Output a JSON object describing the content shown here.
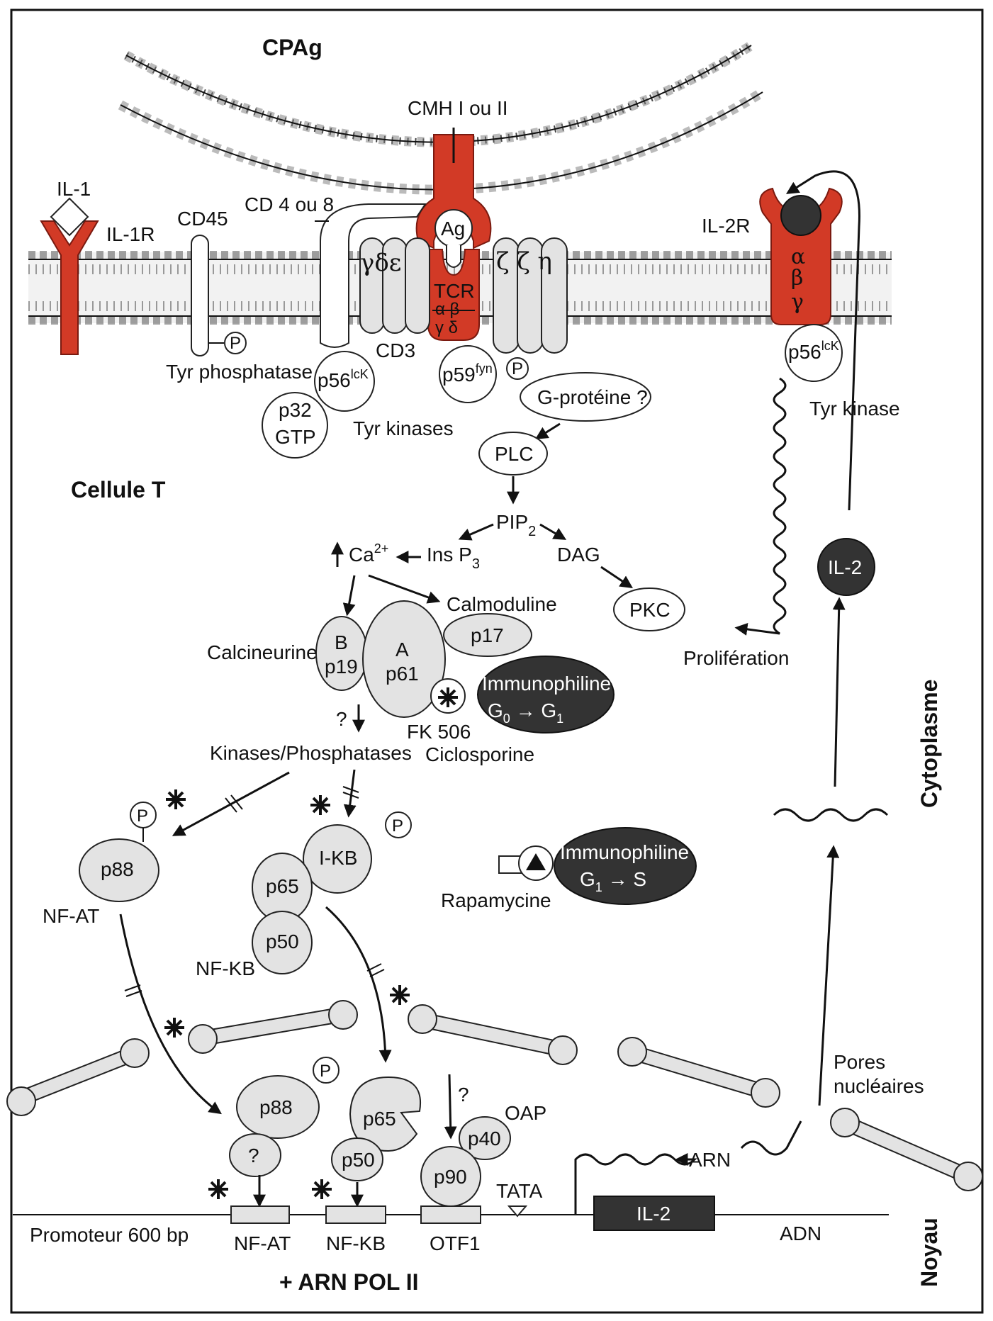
{
  "cell": {
    "apc_label": "CPAg",
    "cell_label": "Cellule T",
    "cytoplasm_label": "Cytoplasme",
    "nucleus_label": "Noyau"
  },
  "membrane": {
    "mhc_label": "CMH I ou II",
    "antigen": "Ag",
    "tcr": "TCR",
    "tcr_chains_top": "α β",
    "tcr_chains_bottom": "γ δ",
    "cd3_chains": "γδε",
    "zeta_chains": "ζ ζ η",
    "cd3_label": "CD3",
    "cd4_label": "CD 4 ou 8",
    "cd45_label": "CD45",
    "il1_label": "IL-1",
    "il1r_label": "IL-1R",
    "il2r_label": "IL-2R",
    "il2r_chains": [
      "α",
      "β",
      "γ"
    ]
  },
  "signaling": {
    "phospho": "P",
    "tyr_phosphatase": "Tyr phosphatase",
    "p56lck": "p56",
    "lck_sup": "lcK",
    "p59fyn": "p59",
    "fyn_sup": "fyn",
    "p32": "p32",
    "gtp": "GTP",
    "tyr_kinases": "Tyr kinases",
    "g_protein": "G-protéine ?",
    "plc": "PLC",
    "pip2": "PIP",
    "pip2_sub": "2",
    "ca": "Ca",
    "ca_sup": "2+",
    "ins_p3": "Ins P",
    "ins_p3_sub": "3",
    "dag": "DAG",
    "pkc": "PKC",
    "calmoduline": "Calmoduline",
    "calcineurine": "Calcineurine",
    "b_sub": "B",
    "p19": "p19",
    "a_sub": "A",
    "p61": "p61",
    "p17": "p17",
    "immunophiline": "Immunophiline",
    "g0": "G",
    "g0_sub": "0",
    "g1": "G",
    "g1_sub": "1",
    "fk506": "FK 506",
    "ciclosporine": "Ciclosporine",
    "question": "?",
    "kinases_phosphatases": "Kinases/Phosphatases",
    "rapamycine": "Rapamycine",
    "g1_s_s": "S",
    "proliferation": "Prolifération",
    "tyr_kinase": "Tyr kinase",
    "il2": "IL-2"
  },
  "factors": {
    "p88": "p88",
    "nfat": "NF-AT",
    "ikb": "I-KB",
    "p65": "p65",
    "p50": "p50",
    "nfkb": "NF-KB",
    "oap": "OAP",
    "p40": "p40",
    "p90": "p90",
    "pores": [
      "Pores",
      "nucléaires"
    ],
    "arn": "ARN"
  },
  "dna": {
    "promoteur": "Promoteur 600 bp",
    "nfat": "NF-AT",
    "nfkb": "NF-KB",
    "otf1": "OTF1",
    "tata": "TATA",
    "il2_gene": "IL-2",
    "adn": "ADN",
    "polymerase": "+ ARN POL II"
  },
  "colors": {
    "receptor_red": "#d23a26",
    "protein_grey": "#e3e3e3",
    "immunophilin_dark": "#333333"
  }
}
